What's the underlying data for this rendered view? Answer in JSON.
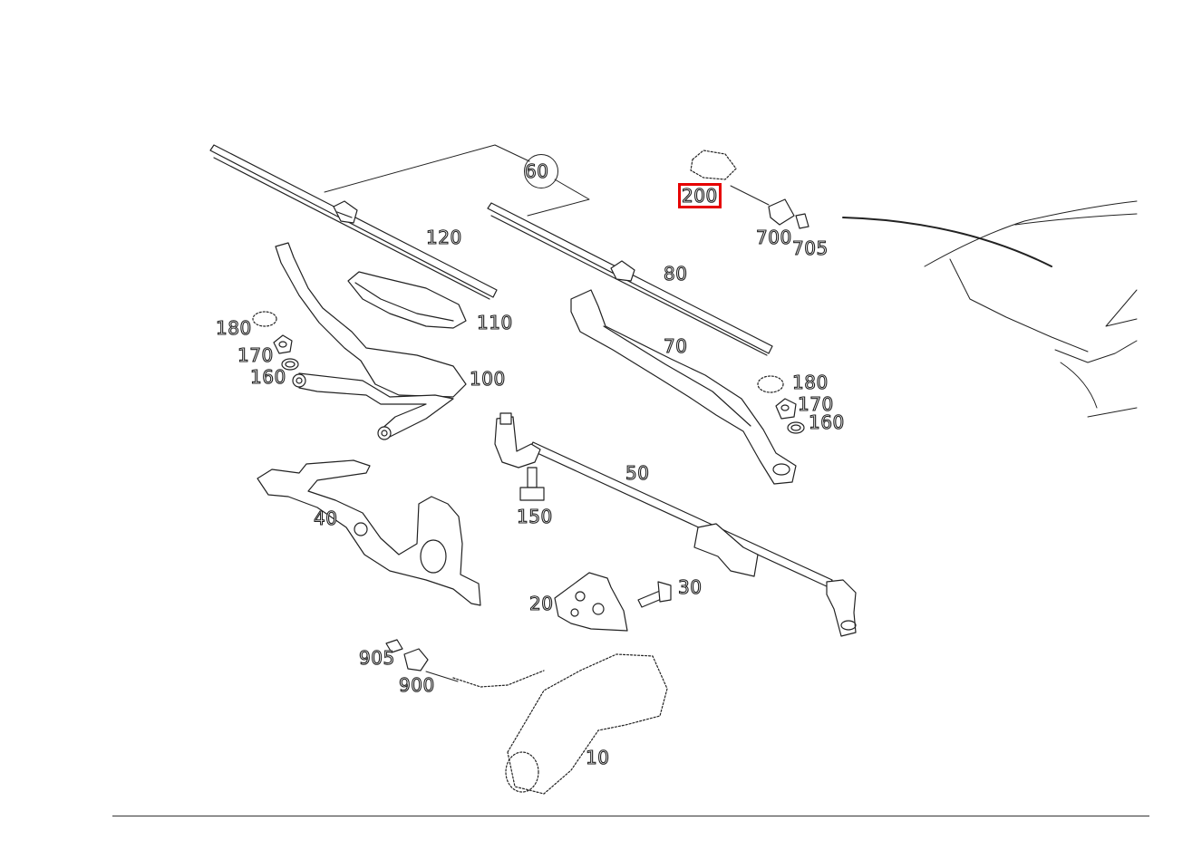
{
  "diagram": {
    "selected_part": "200",
    "highlight_color": "#e60000",
    "labels": {
      "p60": "60",
      "p200": "200",
      "p700": "700",
      "p705": "705",
      "p120": "120",
      "p80": "80",
      "p110": "110",
      "p180a": "180",
      "p170a": "170",
      "p160a": "160",
      "p100": "100",
      "p70": "70",
      "p180b": "180",
      "p170b": "170",
      "p160b": "160",
      "p50": "50",
      "p150": "150",
      "p40": "40",
      "p30": "30",
      "p20": "20",
      "p905": "905",
      "p900": "900",
      "p10": "10"
    }
  }
}
